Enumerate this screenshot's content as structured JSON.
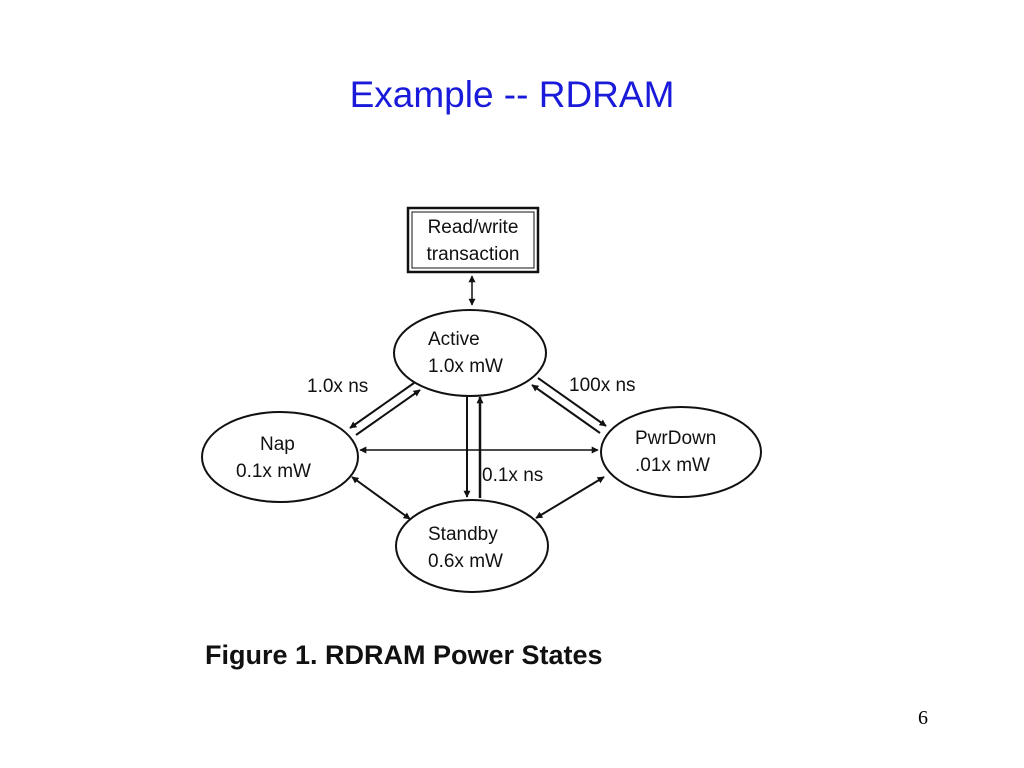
{
  "slide": {
    "title": "Example -- RDRAM",
    "page_number": "6"
  },
  "figure": {
    "caption": "Figure 1. RDRAM Power States",
    "transaction_box": {
      "line1": "Read/write",
      "line2": "transaction"
    },
    "states": {
      "active": {
        "name": "Active",
        "power": "1.0x mW"
      },
      "nap": {
        "name": "Nap",
        "power": "0.1x mW"
      },
      "pwrdown": {
        "name": "PwrDown",
        "power": ".01x mW"
      },
      "standby": {
        "name": "Standby",
        "power": "0.6x mW"
      }
    },
    "transition_labels": {
      "active_nap": "1.0x ns",
      "active_pwrdown": "100x ns",
      "active_standby": "0.1x ns"
    }
  }
}
